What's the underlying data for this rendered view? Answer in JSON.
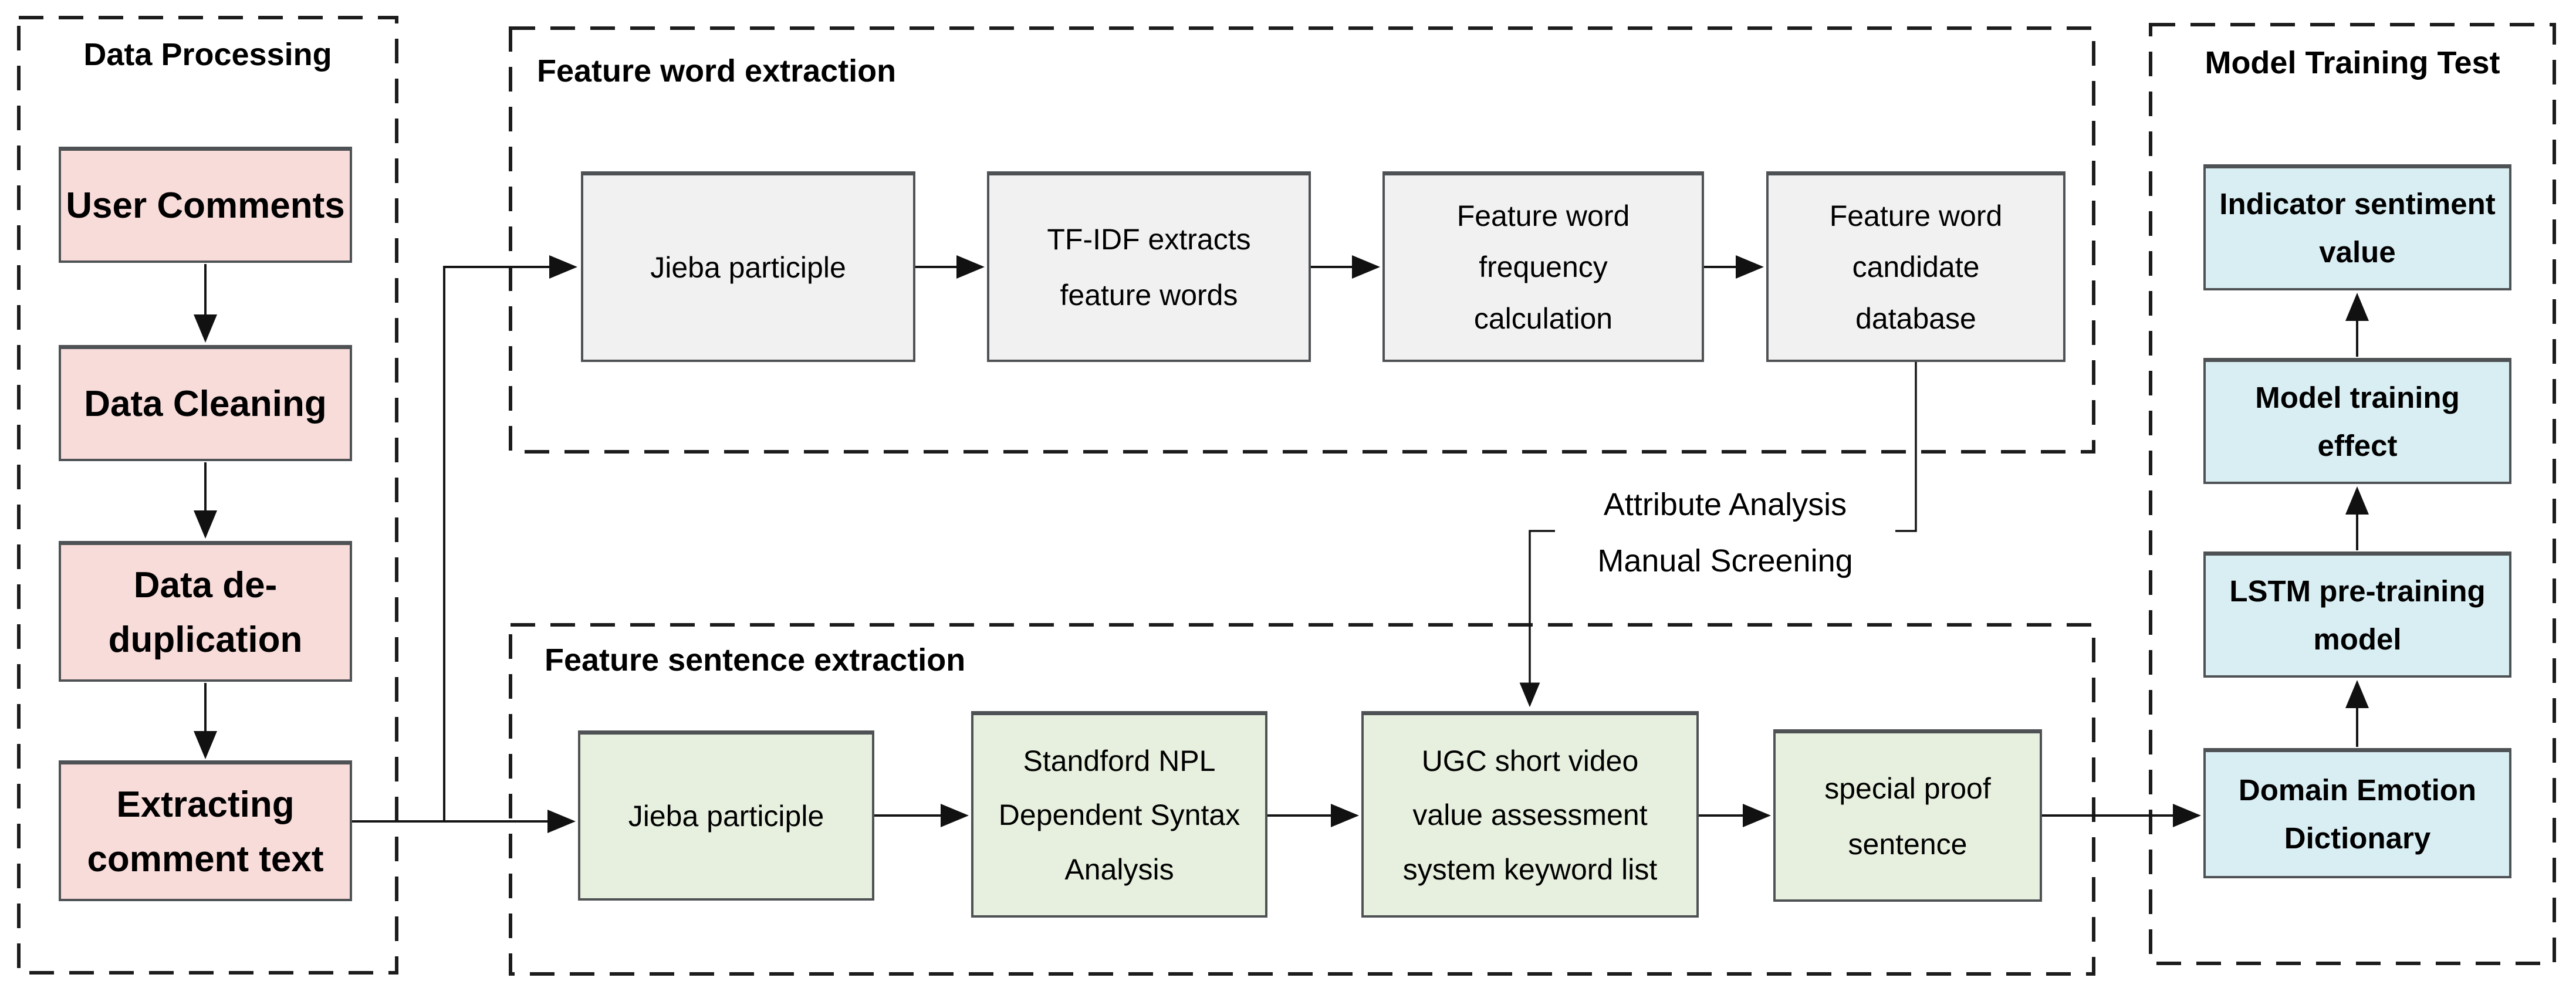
{
  "page": {
    "background": "#ffffff"
  },
  "colors": {
    "pink": "#f8dcda",
    "gray": "#f1f1f1",
    "green": "#e7f0de",
    "blue": "#d9eef3",
    "box_border": "#4f5254",
    "connector": "#151515",
    "panel_dash": "#1c1c1c"
  },
  "sections": {
    "data_processing": {
      "title": "Data Processing",
      "boxes": [
        {
          "label": "User Comments"
        },
        {
          "label": "Data Cleaning"
        },
        {
          "label": "Data de-\nduplication"
        },
        {
          "label": "Extracting\ncomment text"
        }
      ]
    },
    "feature_word_extraction": {
      "title": "Feature word extraction",
      "boxes": [
        {
          "label": "Jieba participle"
        },
        {
          "label": "TF-IDF extracts\nfeature words"
        },
        {
          "label": "Feature word\nfrequency\ncalculation"
        },
        {
          "label": "Feature word\ncandidate\ndatabase"
        }
      ]
    },
    "feature_sentence_extraction": {
      "title": "Feature sentence extraction",
      "boxes": [
        {
          "label": "Jieba participle"
        },
        {
          "label": "Standford NPL\nDependent Syntax\nAnalysis"
        },
        {
          "label": "UGC short video\nvalue assessment\nsystem keyword list"
        },
        {
          "label": "special proof\nsentence"
        }
      ]
    },
    "model_training_test": {
      "title": "Model Training Test",
      "boxes": [
        {
          "label": "Indicator sentiment\nvalue"
        },
        {
          "label": "Model training\neffect"
        },
        {
          "label": "LSTM pre-training\nmodel"
        },
        {
          "label": "Domain Emotion\nDictionary"
        }
      ]
    }
  },
  "annotation": {
    "line1": "Attribute Analysis",
    "line2": "Manual Screening"
  }
}
